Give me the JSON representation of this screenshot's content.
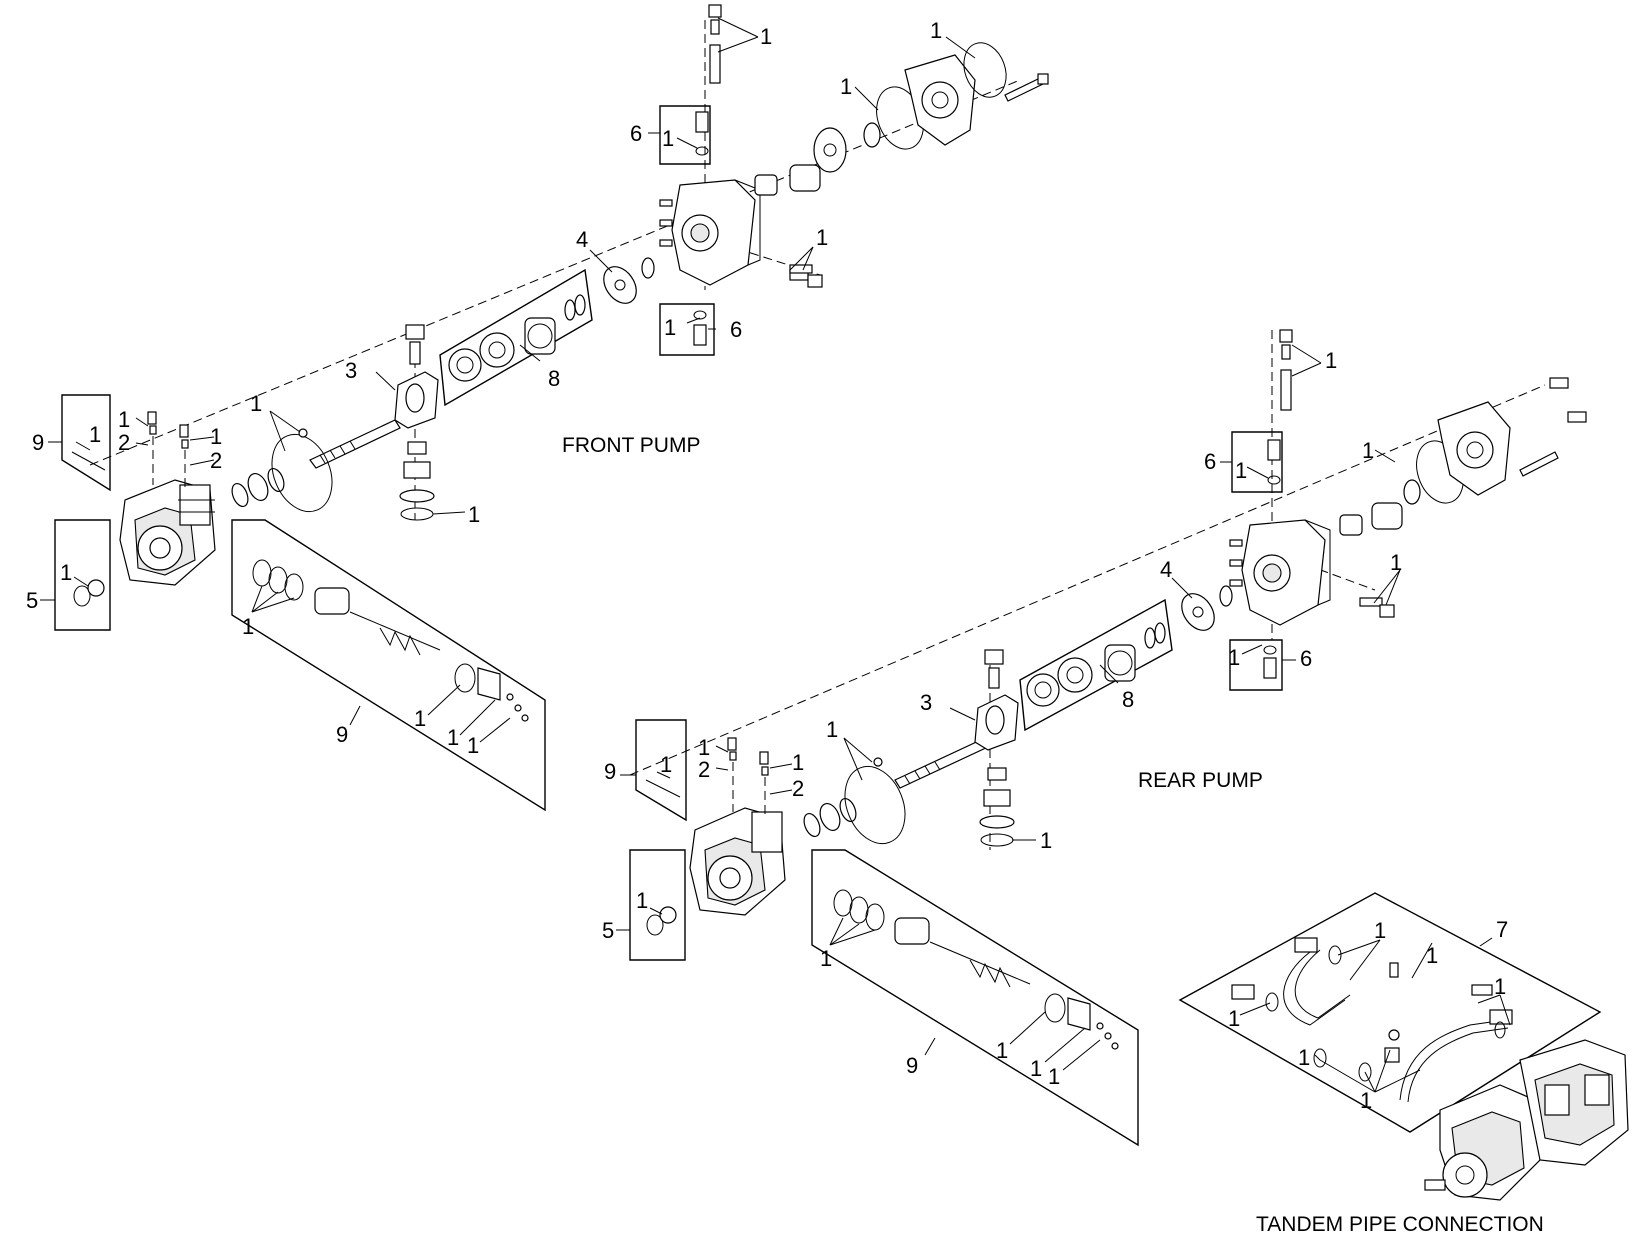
{
  "captions": {
    "front": "FRONT PUMP",
    "rear": "REAR PUMP",
    "tandem": "TANDEM PIPE CONNECTION"
  },
  "callouts": {
    "c1": "1",
    "c2": "2",
    "c3": "3",
    "c4": "4",
    "c5": "5",
    "c6": "6",
    "c7": "7",
    "c8": "8",
    "c9": "9"
  },
  "style": {
    "line_color": "#000000",
    "background": "#ffffff"
  }
}
